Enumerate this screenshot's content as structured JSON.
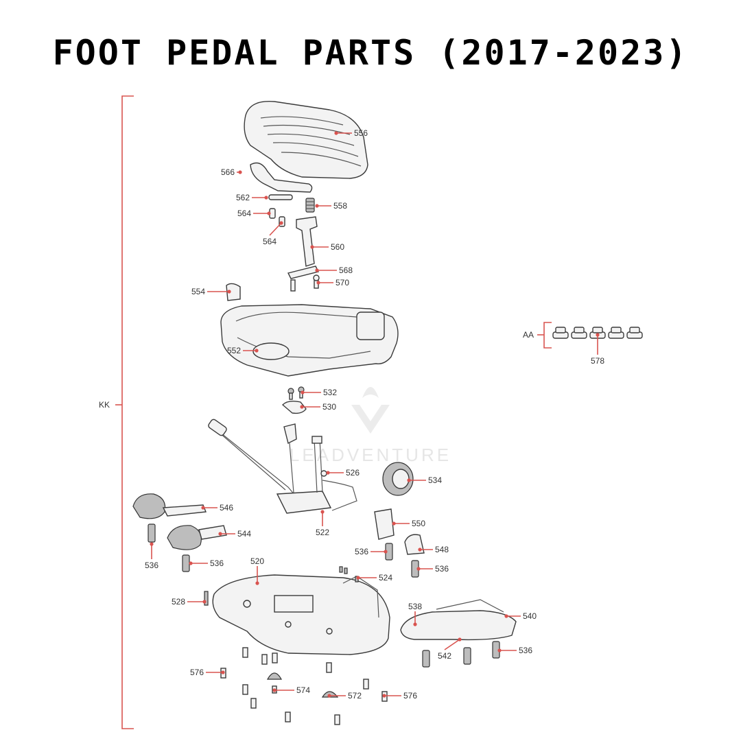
{
  "title": "FOOT PEDAL PARTS (2017-2023)",
  "watermark": "LEADVENTURE",
  "colors": {
    "accent": "#d9534f",
    "text": "#000000"
  },
  "groups": {
    "kk": "KK",
    "aa": "AA"
  },
  "callouts": [
    {
      "id": "c556",
      "text": "556"
    },
    {
      "id": "c566",
      "text": "566"
    },
    {
      "id": "c562",
      "text": "562"
    },
    {
      "id": "c558",
      "text": "558"
    },
    {
      "id": "c564a",
      "text": "564"
    },
    {
      "id": "c564b",
      "text": "564"
    },
    {
      "id": "c560",
      "text": "560"
    },
    {
      "id": "c568",
      "text": "568"
    },
    {
      "id": "c570",
      "text": "570"
    },
    {
      "id": "c554",
      "text": "554"
    },
    {
      "id": "c552",
      "text": "552"
    },
    {
      "id": "c532",
      "text": "532"
    },
    {
      "id": "c530",
      "text": "530"
    },
    {
      "id": "c526",
      "text": "526"
    },
    {
      "id": "c534",
      "text": "534"
    },
    {
      "id": "c522",
      "text": "522"
    },
    {
      "id": "c546",
      "text": "546"
    },
    {
      "id": "c544",
      "text": "544"
    },
    {
      "id": "c550",
      "text": "550"
    },
    {
      "id": "c536a",
      "text": "536"
    },
    {
      "id": "c536b",
      "text": "536"
    },
    {
      "id": "c536c",
      "text": "536"
    },
    {
      "id": "c548",
      "text": "548"
    },
    {
      "id": "c536d",
      "text": "536"
    },
    {
      "id": "c520",
      "text": "520"
    },
    {
      "id": "c524",
      "text": "524"
    },
    {
      "id": "c528",
      "text": "528"
    },
    {
      "id": "c538",
      "text": "538"
    },
    {
      "id": "c540",
      "text": "540"
    },
    {
      "id": "c542",
      "text": "542"
    },
    {
      "id": "c536e",
      "text": "536"
    },
    {
      "id": "c576a",
      "text": "576"
    },
    {
      "id": "c574",
      "text": "574"
    },
    {
      "id": "c572",
      "text": "572"
    },
    {
      "id": "c576b",
      "text": "576"
    },
    {
      "id": "c578",
      "text": "578"
    }
  ]
}
